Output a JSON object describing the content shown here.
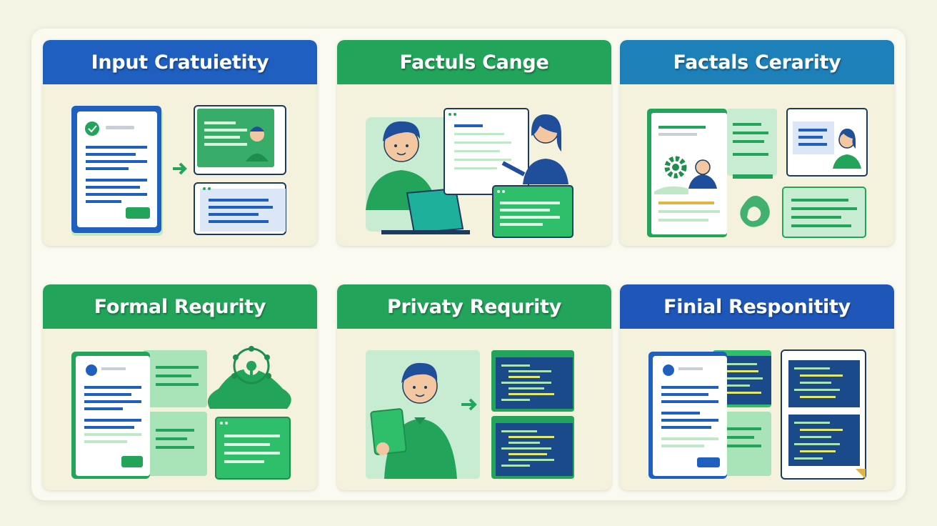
{
  "panels": [
    {
      "title": "Input Cratuietity",
      "header_color": "#1f5fbf"
    },
    {
      "title": "Factuls Cange",
      "header_color": "#22a45a"
    },
    {
      "title": "Factals Cerarity",
      "header_color": "#1e80b8"
    },
    {
      "title": "Formal Requrity",
      "header_color": "#22a45a"
    },
    {
      "title": "Privaty Requrity",
      "header_color": "#22a45a"
    },
    {
      "title": "Finial Responitity",
      "header_color": "#1f57b8"
    }
  ],
  "colors": {
    "blue": "#1f5fbf",
    "green": "#22a45a",
    "light_green": "#bfe8c8",
    "panel_bg": "#f4f1dc"
  },
  "icons": [
    "document-icon",
    "arrow-right-icon",
    "person-icon",
    "laptop-icon",
    "gear-icon",
    "tree-icon",
    "code-window-icon",
    "recycle-icon"
  ]
}
